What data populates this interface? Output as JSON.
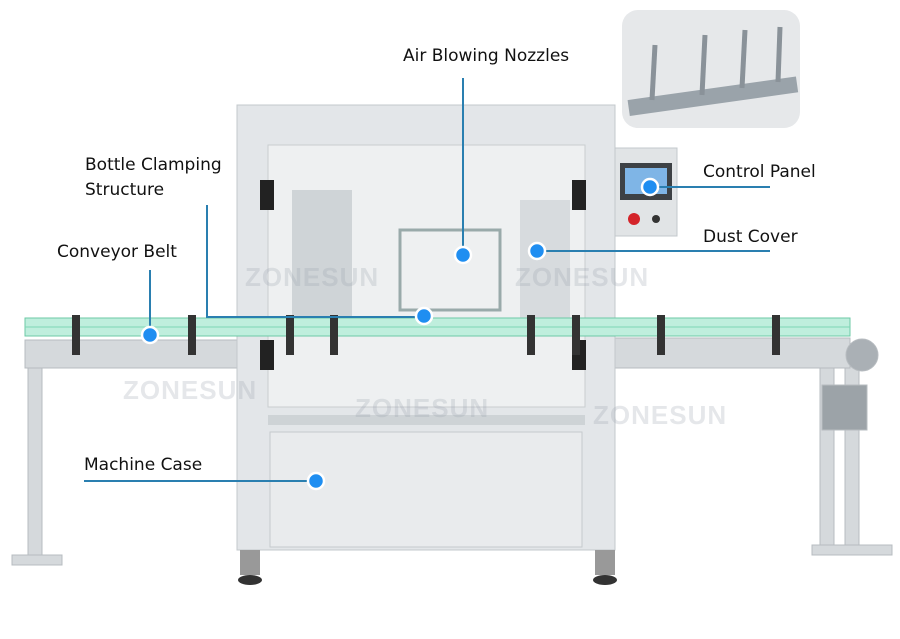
{
  "callouts": {
    "air_blowing_nozzles": "Air Blowing Nozzles",
    "bottle_clamping_line1": "Bottle Clamping",
    "bottle_clamping_line2": "Structure",
    "conveyor_belt": "Conveyor Belt",
    "control_panel": "Control Panel",
    "dust_cover": "Dust Cover",
    "machine_case": "Machine Case"
  },
  "watermark": "ZONESUN",
  "colors": {
    "dot": "#1f8ef1",
    "line": "#2a7fb0",
    "steel": "#dfe2e5",
    "glass": "#9fe0c8"
  }
}
